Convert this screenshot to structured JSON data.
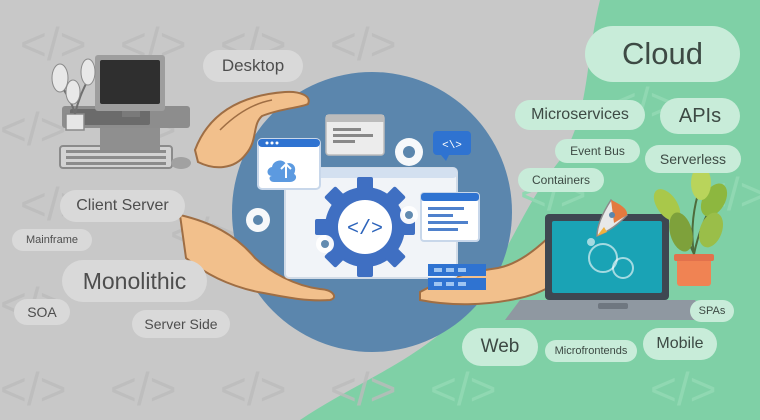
{
  "watermark": "</>",
  "colors": {
    "left_bg": "#c8c8c8",
    "right_bg": "#7fd0a6",
    "circle": "#5b86ad",
    "gear": "#3f6fc2",
    "skin": "#f2c08c",
    "sleeve": "#ffffff"
  },
  "labels": {
    "desktop": "Desktop",
    "client_server": "Client Server",
    "mainframe": "Mainframe",
    "monolithic": "Monolithic",
    "soa": "SOA",
    "server_side": "Server Side",
    "cloud": "Cloud",
    "microservices": "Microservices",
    "apis": "APIs",
    "event_bus": "Event Bus",
    "serverless": "Serverless",
    "containers": "Containers",
    "spas": "SPAs",
    "web": "Web",
    "microfrontends": "Microfrontends",
    "mobile": "Mobile"
  },
  "central": {
    "gear_code": "</>",
    "chat_code": "<\\>"
  },
  "icons": [
    "desktop-computer-icon",
    "laptop-icon",
    "cloud-upload-icon",
    "code-gear-icon",
    "rocket-icon",
    "plant-icon",
    "server-rack-icon"
  ]
}
